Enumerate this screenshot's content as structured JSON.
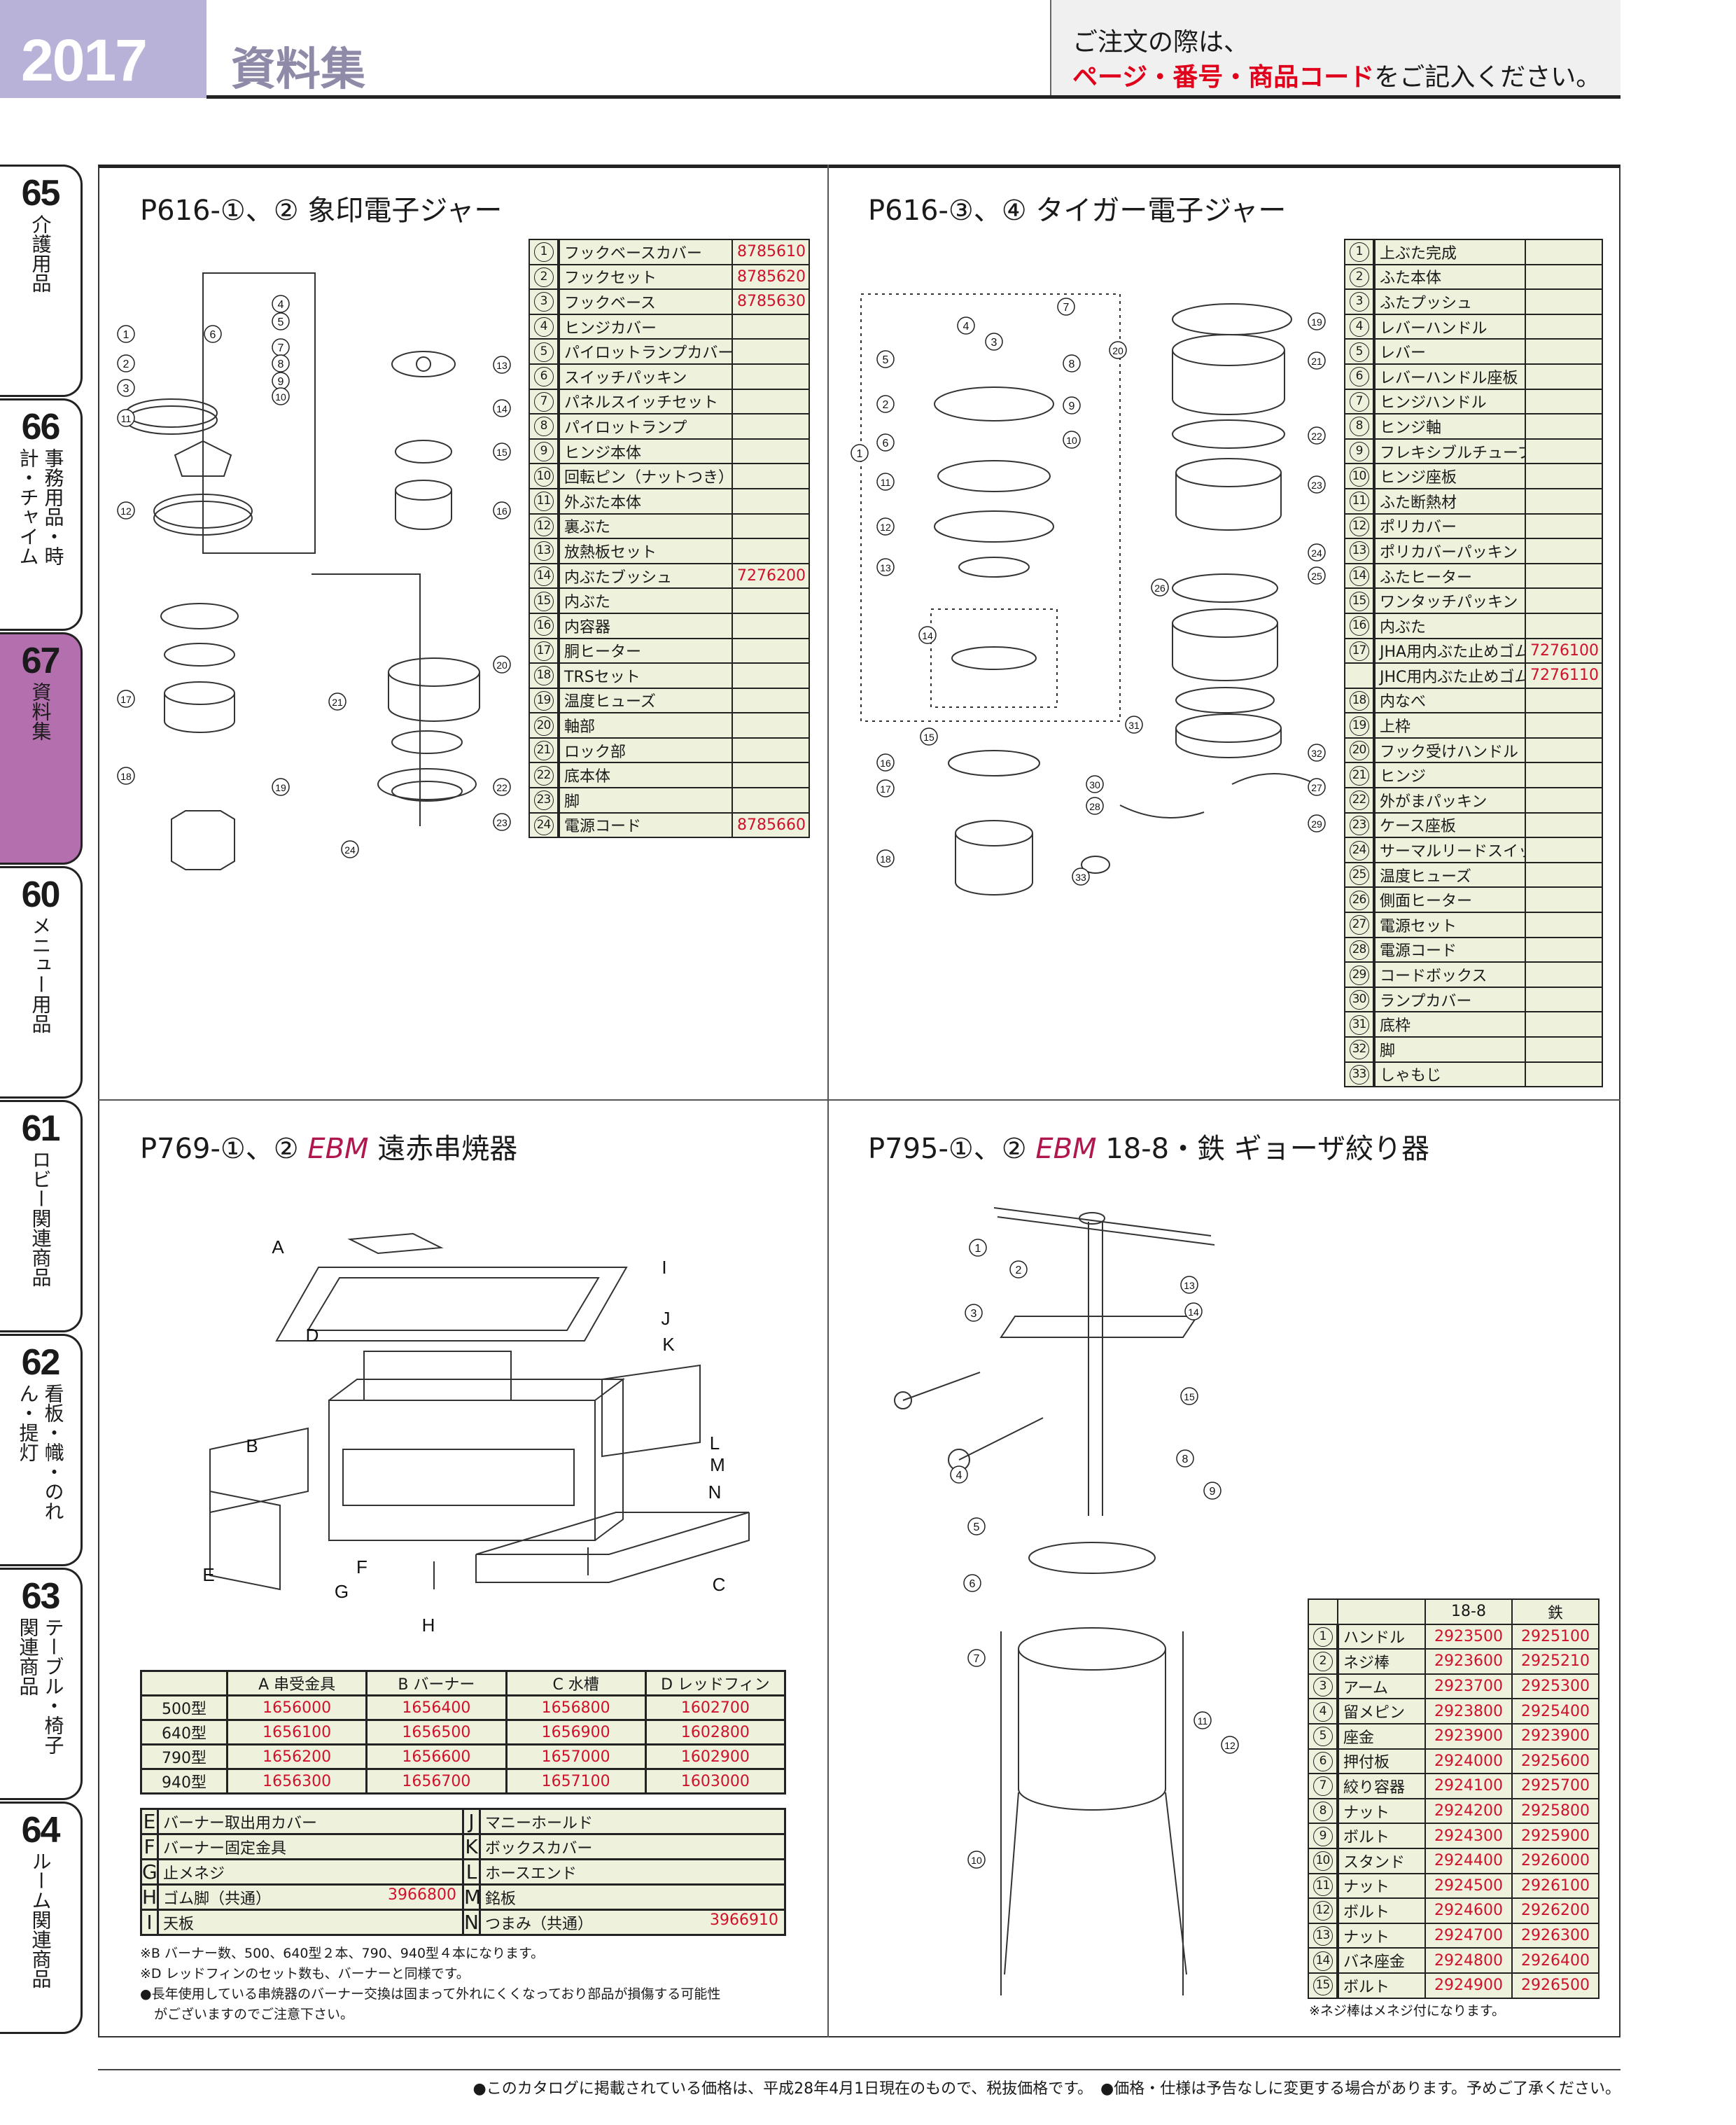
{
  "header": {
    "year": "2017",
    "title": "資料集",
    "notice_line1": "ご注文の際は、",
    "notice_red": "ページ・番号・商品コード",
    "notice_tail": "をご記入ください。"
  },
  "sidebar": {
    "tabs": [
      {
        "num": "65",
        "label": "介護用品",
        "active": false
      },
      {
        "num": "66",
        "label": "事務用品・時計・チャイム",
        "active": false
      },
      {
        "num": "67",
        "label": "資料集",
        "active": true
      },
      {
        "num": "60",
        "label": "メニュー用品",
        "active": false
      },
      {
        "num": "61",
        "label": "ロビー関連商品",
        "active": false
      },
      {
        "num": "62",
        "label": "看板・幟・のれん・提灯",
        "active": false
      },
      {
        "num": "63",
        "label": "テーブル・椅子関連商品",
        "active": false
      },
      {
        "num": "64",
        "label": "ルーム関連商品",
        "active": false
      }
    ]
  },
  "p616a": {
    "title": "P616-①、② 象印電子ジャー",
    "parts": [
      {
        "no": "1",
        "name": "フックベースカバー",
        "code": "8785610"
      },
      {
        "no": "2",
        "name": "フックセット",
        "code": "8785620"
      },
      {
        "no": "3",
        "name": "フックベース",
        "code": "8785630"
      },
      {
        "no": "4",
        "name": "ヒンジカバー",
        "code": ""
      },
      {
        "no": "5",
        "name": "パイロットランプカバー",
        "code": ""
      },
      {
        "no": "6",
        "name": "スイッチパッキン",
        "code": ""
      },
      {
        "no": "7",
        "name": "パネルスイッチセット",
        "code": ""
      },
      {
        "no": "8",
        "name": "パイロットランプ",
        "code": ""
      },
      {
        "no": "9",
        "name": "ヒンジ本体",
        "code": ""
      },
      {
        "no": "10",
        "name": "回転ピン（ナットつき）",
        "code": ""
      },
      {
        "no": "11",
        "name": "外ぶた本体",
        "code": ""
      },
      {
        "no": "12",
        "name": "裏ぶた",
        "code": ""
      },
      {
        "no": "13",
        "name": "放熱板セット",
        "code": ""
      },
      {
        "no": "14",
        "name": "内ぶたブッシュ",
        "code": "7276200"
      },
      {
        "no": "15",
        "name": "内ぶた",
        "code": ""
      },
      {
        "no": "16",
        "name": "内容器",
        "code": ""
      },
      {
        "no": "17",
        "name": "胴ヒーター",
        "code": ""
      },
      {
        "no": "18",
        "name": "TRSセット",
        "code": ""
      },
      {
        "no": "19",
        "name": "温度ヒューズ",
        "code": ""
      },
      {
        "no": "20",
        "name": "軸部",
        "code": ""
      },
      {
        "no": "21",
        "name": "ロック部",
        "code": ""
      },
      {
        "no": "22",
        "name": "底本体",
        "code": ""
      },
      {
        "no": "23",
        "name": "脚",
        "code": ""
      },
      {
        "no": "24",
        "name": "電源コード",
        "code": "8785660"
      }
    ]
  },
  "p616b": {
    "title": "P616-③、④ タイガー電子ジャー",
    "parts": [
      {
        "no": "1",
        "name": "上ぶた完成",
        "code": ""
      },
      {
        "no": "2",
        "name": "ふた本体",
        "code": ""
      },
      {
        "no": "3",
        "name": "ふたプッシュ",
        "code": ""
      },
      {
        "no": "4",
        "name": "レバーハンドル",
        "code": ""
      },
      {
        "no": "5",
        "name": "レバー",
        "code": ""
      },
      {
        "no": "6",
        "name": "レバーハンドル座板",
        "code": ""
      },
      {
        "no": "7",
        "name": "ヒンジハンドル",
        "code": ""
      },
      {
        "no": "8",
        "name": "ヒンジ軸",
        "code": ""
      },
      {
        "no": "9",
        "name": "フレキシブルチューブ",
        "code": ""
      },
      {
        "no": "10",
        "name": "ヒンジ座板",
        "code": ""
      },
      {
        "no": "11",
        "name": "ふた断熱材",
        "code": ""
      },
      {
        "no": "12",
        "name": "ポリカバー",
        "code": ""
      },
      {
        "no": "13",
        "name": "ポリカバーパッキン",
        "code": ""
      },
      {
        "no": "14",
        "name": "ふたヒーター",
        "code": ""
      },
      {
        "no": "15",
        "name": "ワンタッチパッキン",
        "code": ""
      },
      {
        "no": "16",
        "name": "内ぶた",
        "code": ""
      },
      {
        "no": "17",
        "name": "JHA用内ぶた止めゴム",
        "code": "7276100"
      },
      {
        "no": "",
        "name": "JHC用内ぶた止めゴム",
        "code": "7276110"
      },
      {
        "no": "18",
        "name": "内なべ",
        "code": ""
      },
      {
        "no": "19",
        "name": "上枠",
        "code": ""
      },
      {
        "no": "20",
        "name": "フック受けハンドル",
        "code": ""
      },
      {
        "no": "21",
        "name": "ヒンジ",
        "code": ""
      },
      {
        "no": "22",
        "name": "外がまパッキン",
        "code": ""
      },
      {
        "no": "23",
        "name": "ケース座板",
        "code": ""
      },
      {
        "no": "24",
        "name": "サーマルリードスイッチ",
        "code": ""
      },
      {
        "no": "25",
        "name": "温度ヒューズ",
        "code": ""
      },
      {
        "no": "26",
        "name": "側面ヒーター",
        "code": ""
      },
      {
        "no": "27",
        "name": "電源セット",
        "code": ""
      },
      {
        "no": "28",
        "name": "電源コード",
        "code": ""
      },
      {
        "no": "29",
        "name": "コードボックス",
        "code": ""
      },
      {
        "no": "30",
        "name": "ランプカバー",
        "code": ""
      },
      {
        "no": "31",
        "name": "底枠",
        "code": ""
      },
      {
        "no": "32",
        "name": "脚",
        "code": ""
      },
      {
        "no": "33",
        "name": "しゃもじ",
        "code": ""
      }
    ]
  },
  "p769": {
    "title_prefix": "P769-①、② ",
    "brand": "EBM",
    "title_suffix": " 遠赤串焼器",
    "diagram_labels": [
      "A",
      "B",
      "C",
      "D",
      "E",
      "F",
      "G",
      "H",
      "I",
      "J",
      "K",
      "L",
      "M",
      "N"
    ],
    "columns": [
      "A 串受金具",
      "B バーナー",
      "C 水槽",
      "D レッドフィン"
    ],
    "rows": [
      {
        "model": "500型",
        "codes": [
          "1656000",
          "1656400",
          "1656800",
          "1602700"
        ]
      },
      {
        "model": "640型",
        "codes": [
          "1656100",
          "1656500",
          "1656900",
          "1602800"
        ]
      },
      {
        "model": "790型",
        "codes": [
          "1656200",
          "1656600",
          "1657000",
          "1602900"
        ]
      },
      {
        "model": "940型",
        "codes": [
          "1656300",
          "1656700",
          "1657100",
          "1603000"
        ]
      }
    ],
    "parts_left": [
      {
        "letter": "E",
        "name": "バーナー取出用カバー",
        "code": ""
      },
      {
        "letter": "F",
        "name": "バーナー固定金具",
        "code": ""
      },
      {
        "letter": "G",
        "name": "止メネジ",
        "code": ""
      },
      {
        "letter": "H",
        "name": "ゴム脚（共通）",
        "code": "3966800"
      },
      {
        "letter": "I",
        "name": "天板",
        "code": ""
      }
    ],
    "parts_right": [
      {
        "letter": "J",
        "name": "マニーホールド",
        "code": ""
      },
      {
        "letter": "K",
        "name": "ボックスカバー",
        "code": ""
      },
      {
        "letter": "L",
        "name": "ホースエンド",
        "code": ""
      },
      {
        "letter": "M",
        "name": "銘板",
        "code": ""
      },
      {
        "letter": "N",
        "name": "つまみ（共通）",
        "code": "3966910"
      }
    ],
    "notes": [
      "※B バーナー数、500、640型２本、790、940型４本になります。",
      "※D レッドフィンのセット数も、バーナーと同様です。",
      "●長年使用している串焼器のバーナー交換は固まって外れにくくなっており部品が損傷する可能性",
      "がございますのでご注意下さい。"
    ]
  },
  "p795": {
    "title_prefix": "P795-①、② ",
    "brand": "EBM",
    "title_suffix": " 18-8・鉄 ギョーザ絞り器",
    "columns": [
      "18-8",
      "鉄"
    ],
    "parts": [
      {
        "no": "1",
        "name": "ハンドル",
        "codes": [
          "2923500",
          "2925100"
        ]
      },
      {
        "no": "2",
        "name": "ネジ棒",
        "codes": [
          "2923600",
          "2925210"
        ]
      },
      {
        "no": "3",
        "name": "アーム",
        "codes": [
          "2923700",
          "2925300"
        ]
      },
      {
        "no": "4",
        "name": "留メピン",
        "codes": [
          "2923800",
          "2925400"
        ]
      },
      {
        "no": "5",
        "name": "座金",
        "codes": [
          "2923900",
          "2923900"
        ]
      },
      {
        "no": "6",
        "name": "押付板",
        "codes": [
          "2924000",
          "2925600"
        ]
      },
      {
        "no": "7",
        "name": "絞り容器",
        "codes": [
          "2924100",
          "2925700"
        ]
      },
      {
        "no": "8",
        "name": "ナット",
        "codes": [
          "2924200",
          "2925800"
        ]
      },
      {
        "no": "9",
        "name": "ボルト",
        "codes": [
          "2924300",
          "2925900"
        ]
      },
      {
        "no": "10",
        "name": "スタンド",
        "codes": [
          "2924400",
          "2926000"
        ]
      },
      {
        "no": "11",
        "name": "ナット",
        "codes": [
          "2924500",
          "2926100"
        ]
      },
      {
        "no": "12",
        "name": "ボルト",
        "codes": [
          "2924600",
          "2926200"
        ]
      },
      {
        "no": "13",
        "name": "ナット",
        "codes": [
          "2924700",
          "2926300"
        ]
      },
      {
        "no": "14",
        "name": "バネ座金",
        "codes": [
          "2924800",
          "2926400"
        ]
      },
      {
        "no": "15",
        "name": "ボルト",
        "codes": [
          "2924900",
          "2926500"
        ]
      }
    ],
    "note": "※ネジ棒はメネジ付になります。"
  },
  "footer": "●このカタログに掲載されている価格は、平成28年4月1日現在のもので、税抜価格です。　●価格・仕様は予告なしに変更する場合があります。予めご了承ください。",
  "colors": {
    "code_red": "#d0112b",
    "table_fill": "#eef2dc",
    "active_tab": "#b36fae",
    "year_box": "#b9b2d8"
  }
}
